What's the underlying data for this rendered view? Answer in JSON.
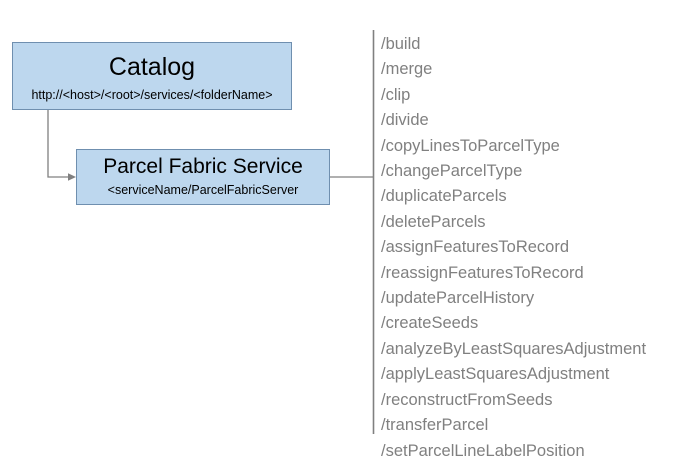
{
  "diagram": {
    "nodes": [
      {
        "id": "catalog",
        "title": "Catalog",
        "subtitle": "http://<host>/<root>/services/<folderName>"
      },
      {
        "id": "parcel-fabric-service",
        "title": "Parcel Fabric Service",
        "subtitle": "<serviceName/ParcelFabricServer"
      }
    ],
    "colors": {
      "node_fill": "#bdd7ee",
      "node_border": "#6f8faf",
      "connector": "#808080",
      "operation_text": "#808080",
      "background": "#ffffff"
    },
    "operations": [
      "/build",
      "/merge",
      "/clip",
      "/divide",
      "/copyLinesToParcelType",
      "/changeParcelType",
      "/duplicateParcels",
      "/deleteParcels",
      "/assignFeaturesToRecord",
      "/reassignFeaturesToRecord",
      "/updateParcelHistory",
      "/createSeeds",
      "/analyzeByLeastSquaresAdjustment",
      "/applyLeastSquaresAdjustment",
      "/reconstructFromSeeds",
      "/transferParcel",
      "/setParcelLineLabelPosition"
    ]
  }
}
